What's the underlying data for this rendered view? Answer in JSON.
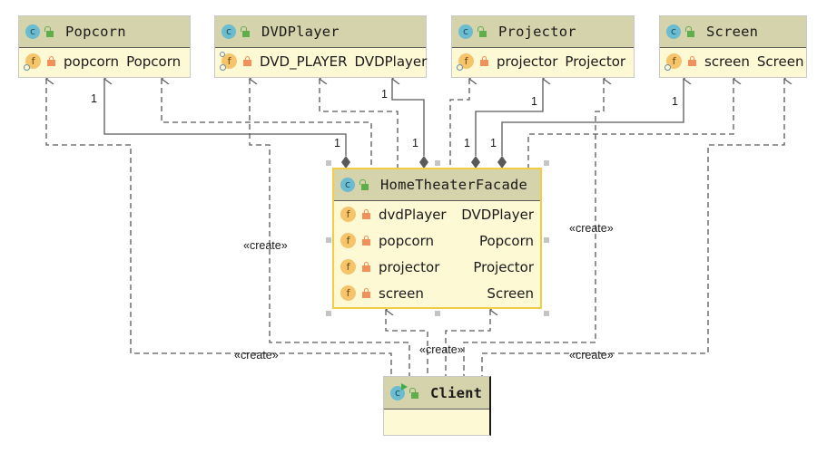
{
  "classes": {
    "popcorn": {
      "name": "Popcorn",
      "fields": [
        {
          "name": "popcorn",
          "type": "Popcorn",
          "visibility": "private",
          "modifier": "static-final"
        }
      ]
    },
    "dvdplayer": {
      "name": "DVDPlayer",
      "fields": [
        {
          "name": "DVD_PLAYER",
          "type": "DVDPlayer",
          "visibility": "private",
          "modifier": "static-final"
        }
      ]
    },
    "projector": {
      "name": "Projector",
      "fields": [
        {
          "name": "projector",
          "type": "Projector",
          "visibility": "private",
          "modifier": "static-final"
        }
      ]
    },
    "screen": {
      "name": "Screen",
      "fields": [
        {
          "name": "screen",
          "type": "Screen",
          "visibility": "private",
          "modifier": "static-final"
        }
      ]
    },
    "facade": {
      "name": "HomeTheaterFacade",
      "selected": true,
      "fields": [
        {
          "name": "dvdPlayer",
          "type": "DVDPlayer",
          "visibility": "private"
        },
        {
          "name": "popcorn",
          "type": "Popcorn",
          "visibility": "private"
        },
        {
          "name": "projector",
          "type": "Projector",
          "visibility": "private"
        },
        {
          "name": "screen",
          "type": "Screen",
          "visibility": "private"
        }
      ]
    },
    "client": {
      "name": "Client",
      "runnable": true,
      "fields": []
    }
  },
  "icons": {
    "class": "class-c-icon",
    "public": "unlocked-padlock-icon",
    "field": "field-f-icon",
    "private": "locked-padlock-icon"
  },
  "relations": {
    "multiplicity_label": "1",
    "create_label": "«create»",
    "compositions": [
      {
        "from": "HomeTheaterFacade",
        "to": "Popcorn",
        "multiplicity_source": "1",
        "multiplicity_target": "1"
      },
      {
        "from": "HomeTheaterFacade",
        "to": "DVDPlayer",
        "multiplicity_source": "1",
        "multiplicity_target": "1"
      },
      {
        "from": "HomeTheaterFacade",
        "to": "Projector",
        "multiplicity_source": "1",
        "multiplicity_target": "1"
      },
      {
        "from": "HomeTheaterFacade",
        "to": "Screen",
        "multiplicity_source": "1",
        "multiplicity_target": "1"
      }
    ],
    "dependencies": [
      {
        "from": "HomeTheaterFacade",
        "to": "Popcorn"
      },
      {
        "from": "HomeTheaterFacade",
        "to": "DVDPlayer"
      },
      {
        "from": "HomeTheaterFacade",
        "to": "Projector"
      },
      {
        "from": "HomeTheaterFacade",
        "to": "Screen"
      },
      {
        "from": "Client",
        "to": "Popcorn",
        "stereotype": "«create»"
      },
      {
        "from": "Client",
        "to": "DVDPlayer",
        "stereotype": "«create»"
      },
      {
        "from": "Client",
        "to": "Projector",
        "stereotype": "«create»"
      },
      {
        "from": "Client",
        "to": "Screen",
        "stereotype": "«create»"
      },
      {
        "from": "Client",
        "to": "HomeTheaterFacade",
        "stereotype": "«create»"
      },
      {
        "from": "Client",
        "to": "HomeTheaterFacade"
      }
    ]
  },
  "colors": {
    "header_bg": "#d5d3ab",
    "body_bg": "#fdf9d5",
    "selection_border": "#f3cc45",
    "class_icon": "#6bbcd1",
    "field_icon": "#f6c46b",
    "private_lock": "#f0905a",
    "public_lock": "#5fae4c",
    "line": "#595959"
  }
}
